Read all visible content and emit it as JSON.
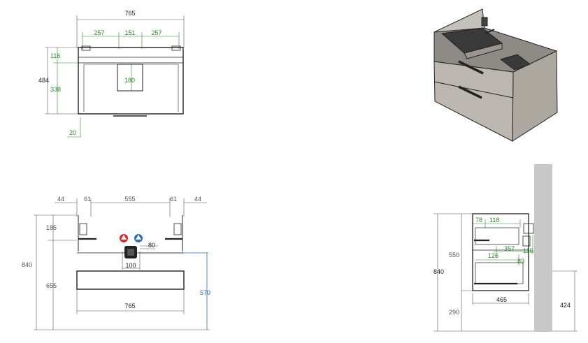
{
  "colors": {
    "line": "#222222",
    "dim_gray": "#555555",
    "dim_green": "#2e8b2e",
    "dim_blue": "#2a6fb5",
    "cabinet_fill": "#b8b4ae",
    "wall": "#c8c8c8",
    "hot": "#d62828",
    "cold": "#2a6fb5"
  },
  "top_view": {
    "width": "765",
    "seg_left": "257",
    "seg_mid": "151",
    "seg_right": "257",
    "depth": "484",
    "upper": "116",
    "lower": "338",
    "cutout": "180",
    "offset": "20"
  },
  "front_view": {
    "margin_left": "44",
    "bracket_left": "61",
    "span": "555",
    "bracket_right": "61",
    "margin_right": "44",
    "height_total": "840",
    "upper": "185",
    "lower": "655",
    "pipe_offset": "80",
    "drain_width": "100",
    "width": "765",
    "floor_height": "570"
  },
  "side_view": {
    "d78": "78",
    "d118": "118",
    "d357": "357",
    "d116": "116",
    "d126": "126",
    "d83": "83",
    "h550": "550",
    "h840": "840",
    "h290": "290",
    "depth": "465",
    "h424": "424"
  }
}
